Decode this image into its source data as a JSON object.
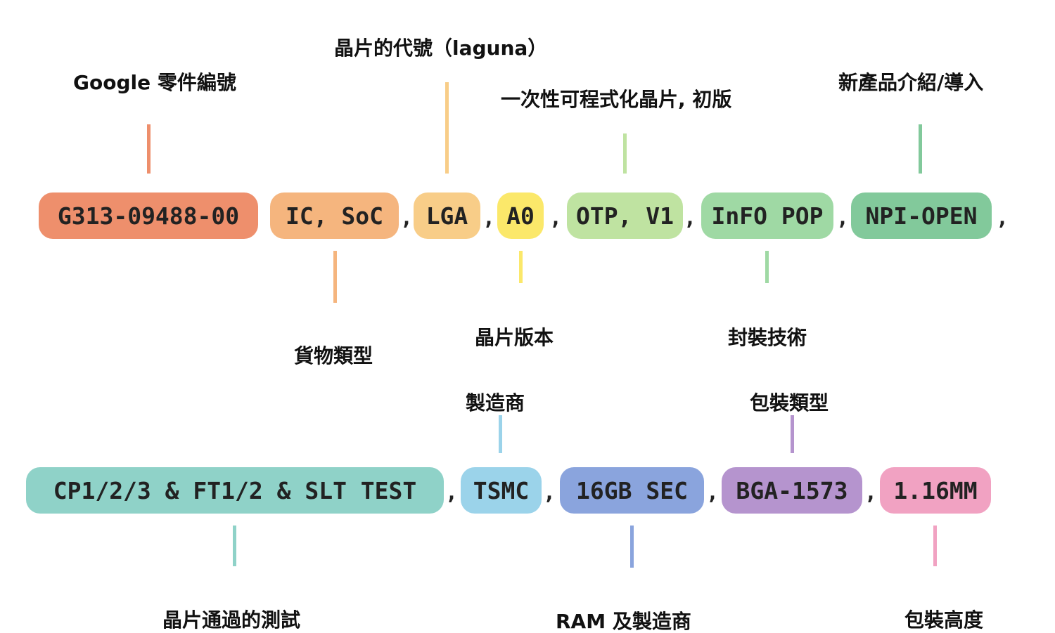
{
  "colors": {
    "orange_dark": "#ee8f6c",
    "orange": "#f5b57e",
    "orange_light": "#f8cd88",
    "yellow": "#fbe86a",
    "green_light": "#bfe3a1",
    "green": "#9fd9a4",
    "green_dark": "#82c99b",
    "teal": "#8fd2c8",
    "blue_light": "#9bd3ea",
    "blue": "#8aa4dd",
    "purple": "#b594ce",
    "pink": "#f1a2c2"
  },
  "row1": {
    "segments": [
      {
        "text": "G313-09488-00",
        "color": "orange_dark",
        "label": "Google 零件編號",
        "label_position": "above"
      },
      {
        "text": "IC, SoC",
        "color": "orange",
        "label": "貨物類型",
        "label_position": "below"
      },
      {
        "text": "LGA",
        "color": "orange_light",
        "label": "晶片的代號（laguna）",
        "label_position": "above"
      },
      {
        "text": "A0",
        "color": "yellow",
        "label": "晶片版本",
        "label_position": "below"
      },
      {
        "text": "OTP, V1",
        "color": "green_light",
        "label": "一次性可程式化晶片, 初版",
        "label_position": "above"
      },
      {
        "text": "InFO POP",
        "color": "green",
        "label": "封裝技術",
        "label_position": "below"
      },
      {
        "text": "NPI-OPEN",
        "color": "green_dark",
        "label": "新產品介紹/導入",
        "label_position": "above"
      }
    ],
    "separator": ","
  },
  "row2": {
    "segments": [
      {
        "text": "CP1/2/3 & FT1/2 & SLT TEST",
        "color": "teal",
        "label": "晶片通過的測試",
        "label_position": "below"
      },
      {
        "text": "TSMC",
        "color": "blue_light",
        "label": "製造商",
        "label_position": "above"
      },
      {
        "text": "16GB SEC",
        "color": "blue",
        "label": "RAM 及製造商",
        "label_position": "below"
      },
      {
        "text": "BGA-1573",
        "color": "purple",
        "label": "包裝類型",
        "label_position": "above"
      },
      {
        "text": "1.16MM",
        "color": "pink",
        "label": "包裝高度",
        "label_position": "below"
      }
    ],
    "separator": ","
  }
}
